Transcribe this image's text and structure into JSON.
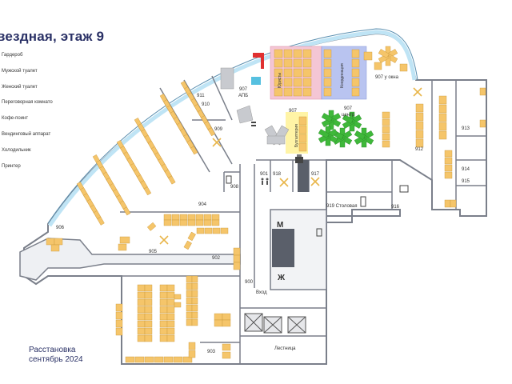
{
  "title": "вездная, этаж 9",
  "legend": [
    {
      "label": "Гардероб"
    },
    {
      "label": "Мужской туалет"
    },
    {
      "label": "Женский туалет"
    },
    {
      "label": "Переговорная комнато"
    },
    {
      "label": "Кофе-поинт"
    },
    {
      "label": "Вендинговый аппарат"
    },
    {
      "label": "Холодильник"
    },
    {
      "label": "Принтер"
    }
  ],
  "caption": {
    "line1": "Расстановка",
    "line2": "сентябрь 2024"
  },
  "rooms": {
    "r906": "906",
    "r905": "905",
    "r904": "904",
    "r902": "902",
    "r903": "903",
    "r900": "900",
    "r901": "901",
    "r908": "908",
    "r909": "909",
    "r910": "910",
    "r911": "911",
    "r912": "912",
    "r913": "913",
    "r914": "914",
    "r915": "915",
    "r916": "916",
    "r917": "917",
    "r918": "918",
    "r919": "919 Столовая",
    "r907apb_a": "907",
    "r907apb_b": "АПБ",
    "r907b_a": "907",
    "r907b_b": "Бухгалтерия",
    "r907c_a": "907",
    "r907c_b": "центр",
    "r907d": "907 у окна",
    "lawyers": "Юристы",
    "coord": "Координация",
    "entrance": "Вход",
    "stairs": "Лестница",
    "wc_m": "М",
    "wc_f": "Ж"
  },
  "colors": {
    "desk": "#f5c56a",
    "desk_border": "#c9973a",
    "lawyers_zone": "#f4c6d4",
    "coord_zone": "#b9c4f0",
    "center_desk": "#3fb83a",
    "window": "#bfe4f5",
    "wall": "#7a7f8a",
    "core": "#5a5f6a",
    "accent_red": "#e03030",
    "yellow_highlight": "#fff4a6",
    "title": "#2a3166"
  },
  "icons": [
    "wardrobe-icon",
    "male-wc-icon",
    "female-wc-icon",
    "meeting-room-icon",
    "coffee-point-icon",
    "vending-icon",
    "fridge-icon",
    "printer-icon"
  ]
}
